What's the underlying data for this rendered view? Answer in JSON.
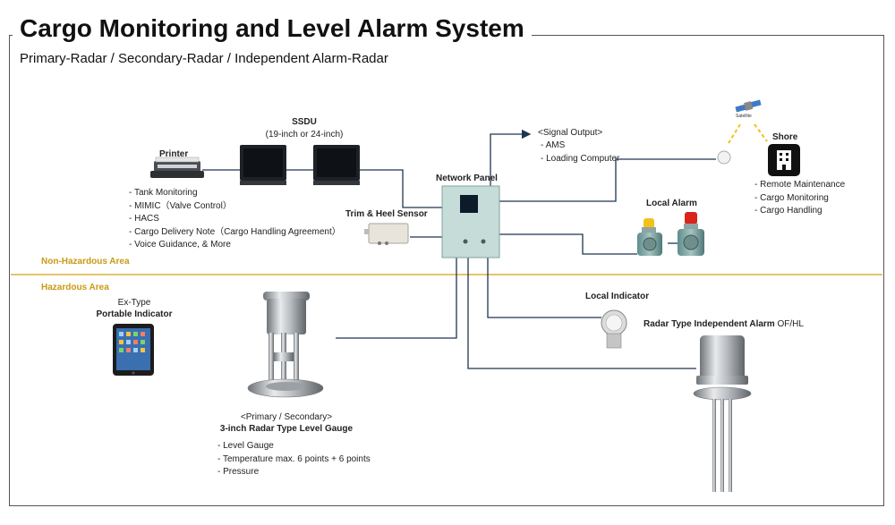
{
  "title": "Cargo Monitoring and Level Alarm System",
  "subtitle": "Primary-Radar  / Secondary-Radar  / Independent  Alarm-Radar",
  "printer": {
    "label": "Printer",
    "features": [
      "Tank Monitoring",
      "MIMIC（Valve Control）",
      "HACS",
      "Cargo Delivery Note（Cargo Handling Agreement）",
      "Voice Guidance, & More"
    ]
  },
  "ssdu": {
    "label": "SSDU",
    "sub": "(19-inch or 24-inch)"
  },
  "network_panel": {
    "label": "Network Panel"
  },
  "signal_output": {
    "label": "<Signal Output>",
    "items": [
      "AMS",
      "Loading Computer"
    ]
  },
  "satellite": {
    "label": "Satellite"
  },
  "shore": {
    "label": "Shore",
    "items": [
      "Remote  Maintenance",
      "Cargo Monitoring",
      "Cargo Handling"
    ]
  },
  "trim_heel": {
    "label": "Trim & Heel Sensor"
  },
  "local_alarm": {
    "label": "Local Alarm"
  },
  "areas": {
    "non_hazardous": "Non-Hazardous Area",
    "hazardous": "Hazardous Area"
  },
  "portable": {
    "line1": "Ex-Type",
    "line2": "Portable Indicator"
  },
  "local_indicator": {
    "label": "Local Indicator"
  },
  "independent_alarm": {
    "label": "Radar Type Independent Alarm",
    "suffix": "OF/HL"
  },
  "level_gauge": {
    "line1": "<Primary / Secondary>",
    "line2": "3-inch Radar Type Level Gauge",
    "items": [
      "Level Gauge",
      "Temperature max. 6 points + 6 points",
      "Pressure"
    ]
  },
  "colors": {
    "divider": "#d9b23a",
    "wire": "#1f3550",
    "area_text": "#c99a14"
  }
}
